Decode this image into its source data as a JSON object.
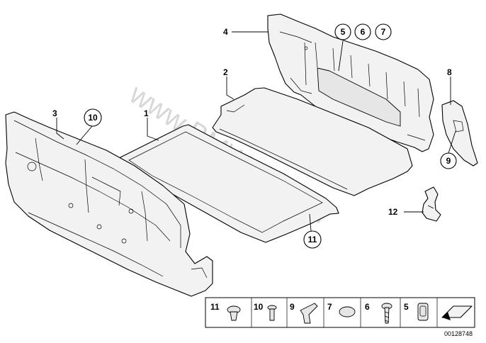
{
  "watermark": "www.BMWstore.pl",
  "document_number": "00128748",
  "part_labels": {
    "p1": "1",
    "p2": "2",
    "p3": "3",
    "p4": "4",
    "p8": "8",
    "p12": "12"
  },
  "callouts": {
    "c5": "5",
    "c6": "6",
    "c7": "7",
    "c9": "9",
    "c10": "10",
    "c11": "11"
  },
  "legend": {
    "items": [
      "11",
      "10",
      "9",
      "7",
      "6",
      "5"
    ]
  }
}
